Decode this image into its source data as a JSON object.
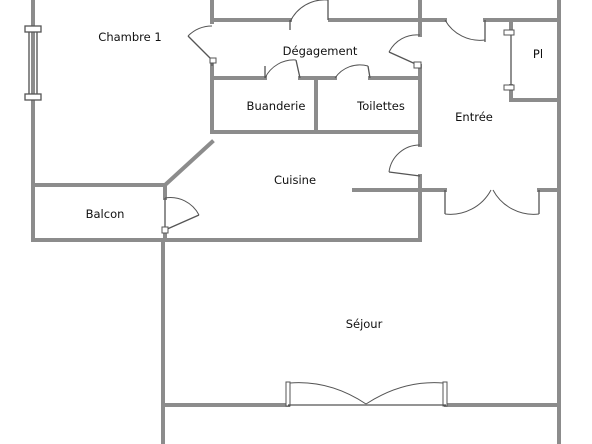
{
  "rooms": {
    "chambre1": "Chambre 1",
    "degagement": "Dégagement",
    "buanderie": "Buanderie",
    "toilettes": "Toilettes",
    "entree": "Entrée",
    "placard": "Pl",
    "cuisine": "Cuisine",
    "balcon": "Balcon",
    "sejour": "Séjour"
  }
}
